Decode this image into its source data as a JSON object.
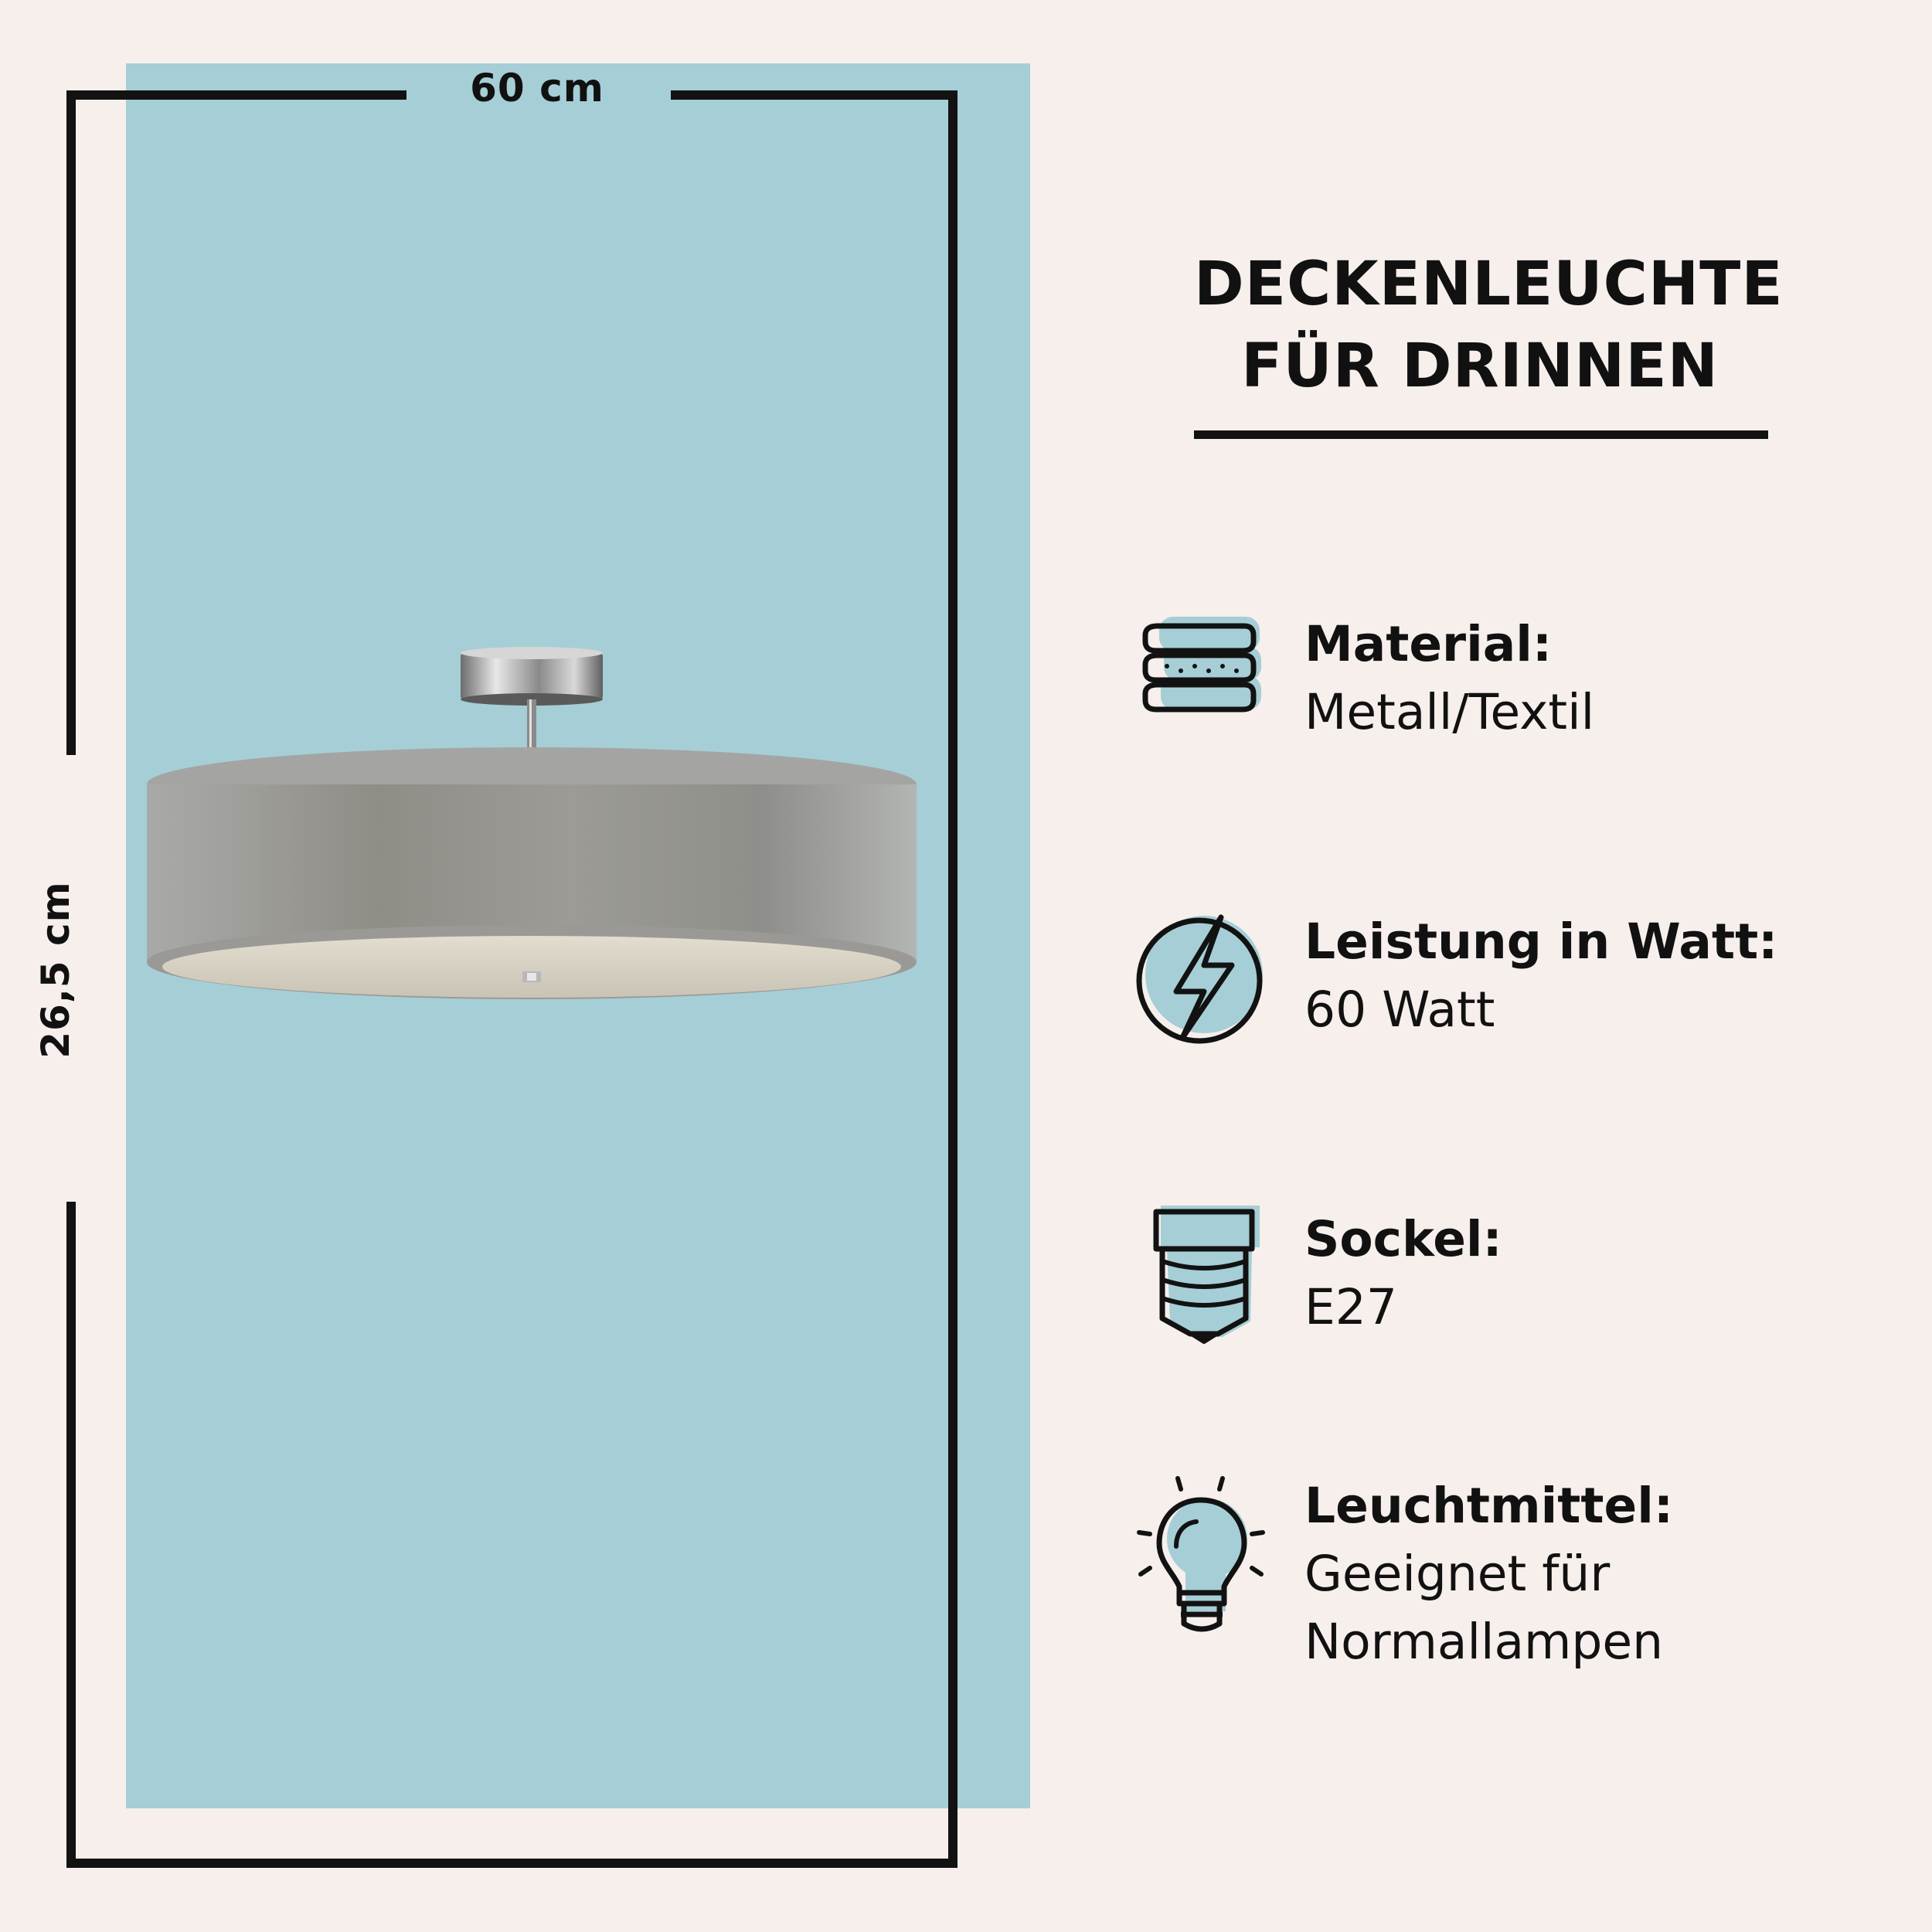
{
  "dimensions": {
    "width_label": "60 cm",
    "height_label": "26,5 cm"
  },
  "heading": {
    "line1": "DECKENLEUCHTE",
    "line2": "FÜR DRINNEN"
  },
  "specs": [
    {
      "icon": "material-layers-icon",
      "label": "Material:",
      "value": "Metall/Textil"
    },
    {
      "icon": "lightning-icon",
      "label": "Leistung in Watt:",
      "value": "60 Watt"
    },
    {
      "icon": "socket-icon",
      "label": "Sockel:",
      "value": "E27"
    },
    {
      "icon": "light-bulb-icon",
      "label": "Leuchtmittel:",
      "value": "Geeignet für",
      "value2": "Normallampen"
    }
  ],
  "colors": {
    "background": "#f6efeb",
    "panel": "#a6ced6",
    "ink": "#121212",
    "icon_accent": "#a6ced6"
  }
}
